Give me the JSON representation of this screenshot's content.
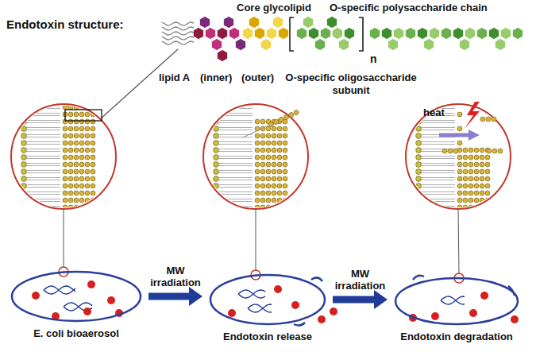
{
  "diagram": {
    "title": "Endotoxin structure:",
    "nodes": [
      {
        "text": [
          "E. coli bioaerosol"
        ]
      },
      {
        "text": [
          "Endotoxin release"
        ]
      },
      {
        "text": [
          "Endotoxin degradation"
        ]
      }
    ],
    "edges": [
      {
        "from": 0,
        "to": 1,
        "arrow": "to",
        "label": "MW irradiation"
      },
      {
        "from": 1,
        "to": 2,
        "arrow": "to",
        "label": "MW irradiation"
      }
    ],
    "labels": [
      "Core glycolipid",
      "O-specific polysaccharide chain",
      "lipid A",
      "(inner)",
      "(outer)",
      "O-specific oligosaccharide subunit",
      "n",
      "heat"
    ]
  }
}
